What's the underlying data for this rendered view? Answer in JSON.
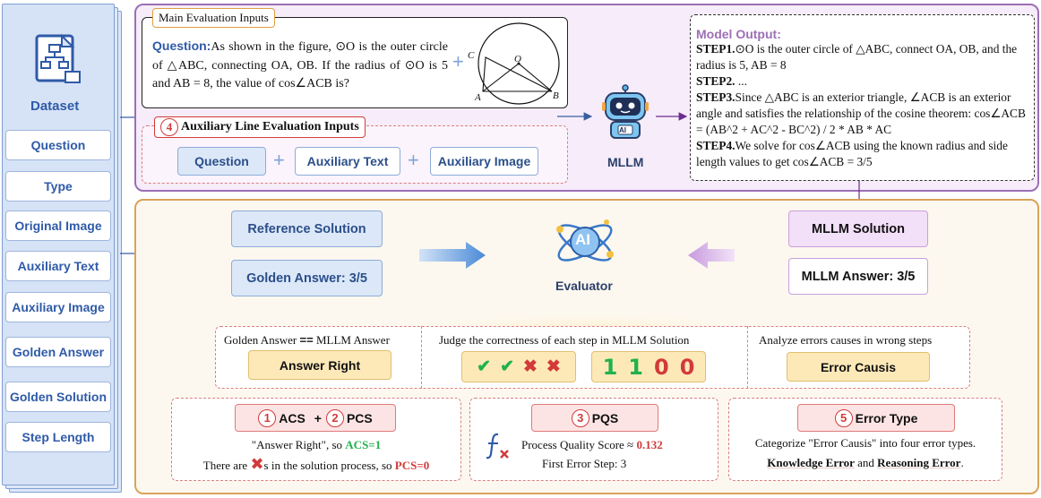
{
  "dataset": {
    "title": "Dataset",
    "items": [
      "Question",
      "Type",
      "Original Image",
      "Auxiliary Text",
      "Auxiliary Image",
      "Golden Answer",
      "Golden Solution",
      "Step Length"
    ]
  },
  "main_inputs": {
    "label": "Main Evaluation Inputs",
    "question_label": "Question:",
    "question_text": "As shown in the figure, ⊙O is the outer circle of △ABC, connecting OA, OB. If the radius of ⊙O is 5 and AB = 8, the value of cos∠ACB is?",
    "plus": "+",
    "figure_labels": {
      "c": "C",
      "o": "O",
      "a": "A",
      "b": "B"
    }
  },
  "aux_inputs": {
    "num": "4",
    "label": "Auxiliary Line Evaluation Inputs",
    "items": [
      "Question",
      "Auxiliary Text",
      "Auxiliary Image"
    ],
    "plus": "+"
  },
  "mllm": {
    "label": "MLLM",
    "badge": "AI"
  },
  "model_output": {
    "title": "Model Output:",
    "steps": [
      {
        "tag": "STEP1.",
        "text": "⊙O is the outer circle of △ABC, connect OA, OB, and the radius is 5, AB = 8"
      },
      {
        "tag": "STEP2.",
        "text": " ..."
      },
      {
        "tag": "STEP3.",
        "text": "Since △ABC is an exterior triangle, ∠ACB is an exterior angle and satisfies the relationship of the cosine theorem: cos∠ACB = (AB^2 + AC^2 - BC^2) / 2 * AB * AC"
      },
      {
        "tag": "STEP4.",
        "text": "We solve for cos∠ACB using the known radius and side length values to get cos∠ACB = 3/5"
      }
    ]
  },
  "evaluator": {
    "label": "Evaluator",
    "badge": "AI",
    "reference_solution": "Reference Solution",
    "golden_answer": "Golden Answer: 3/5",
    "mllm_solution": "MLLM Solution",
    "mllm_answer": "MLLM Answer: 3/5"
  },
  "criteria": {
    "answer": {
      "heading_left": "Golden Answer",
      "heading_op": "==",
      "heading_right": "MLLM Answer",
      "button": "Answer Right"
    },
    "steps": {
      "heading": "Judge the correctness of each step in MLLM Solution",
      "marks": [
        "✔",
        "✔",
        "✖",
        "✖"
      ],
      "digits": [
        "1",
        "1",
        "0",
        "0"
      ]
    },
    "errors": {
      "heading": "Analyze errors causes in wrong steps",
      "button": "Error Causis"
    }
  },
  "metrics": {
    "acs_pcs": {
      "num1": "1",
      "acs": "ACS",
      "plus": "+",
      "num2": "2",
      "pcs": "PCS",
      "line1_text": "\"Answer Right\", so ",
      "line1_value": "ACS=1",
      "line2_pre": "There are ",
      "line2_mark": "✖",
      "line2_post": "s in the solution process, so ",
      "line2_value": "PCS=0"
    },
    "pqs": {
      "num": "3",
      "label": "PQS",
      "line1_text": "Process Quality Score ≈ ",
      "line1_value": "0.132",
      "line2": "First Error Step: 3"
    },
    "error_type": {
      "num": "5",
      "label": "Error Type",
      "line1": "Categorize \"Error Causis\" into four error types.",
      "line2_a": "Knowledge Error",
      "line2_and": " and ",
      "line2_b": "Reasoning Error",
      "line2_end": "."
    }
  },
  "colors": {
    "blue": "#2f5aa8",
    "purple": "#9c6fb6",
    "orange": "#d9a35a",
    "red": "#d23a3a",
    "green": "#22b14c"
  }
}
